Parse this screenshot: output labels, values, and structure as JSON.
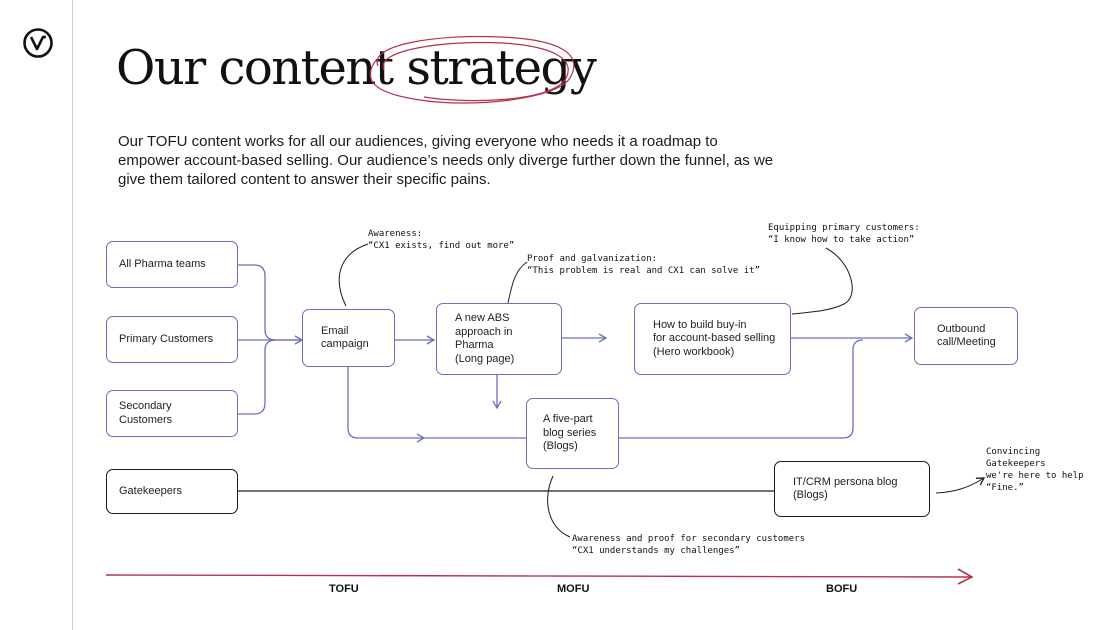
{
  "slide": {
    "title": "Our content strategy",
    "intro": "Our TOFU content works for all our audiences, giving everyone who needs it a roadmap to empower account-based selling. Our audience’s needs only diverge further down the funnel, as we give them tailored content to answer their specific pains."
  },
  "audiences": {
    "pharma": "All Pharma teams",
    "primary": "Primary Customers",
    "secondary": "Secondary Customers",
    "gatekeepers": "Gatekeepers"
  },
  "steps": {
    "email": "Email\ncampaign",
    "abs": "A new ABS\napproach in Pharma\n(Long page)",
    "buyin": "How to build buy-in\nfor account-based selling\n(Hero workbook)",
    "outbound": "Outbound\ncall/Meeting",
    "blogs": "A five-part\nblog series\n(Blogs)",
    "itcrm": "IT/CRM persona blog\n(Blogs)"
  },
  "annotations": {
    "awareness": "Awareness:\n“CX1 exists, find out more”",
    "proof": "Proof and galvanization:\n“This problem is real and CX1 can solve it”",
    "equipping": "Equipping primary customers:\n“I know how to take action”",
    "secondary": "Awareness and proof for secondary customers\n“CX1 understands my challenges”",
    "gatekeepers": "Convincing\nGatekeepers\nwe're here to help\n“Fine.”"
  },
  "funnel": {
    "tofu": "TOFU",
    "mofu": "MOFU",
    "bofu": "BOFU"
  },
  "colors": {
    "flow": "#6a6fbf",
    "accent": "#b8304a",
    "ink": "#1c1c1c"
  }
}
